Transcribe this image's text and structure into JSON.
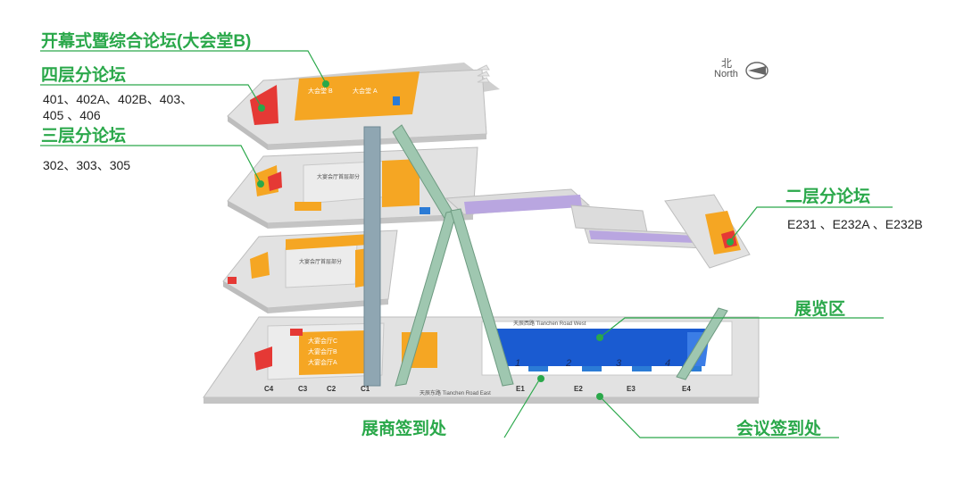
{
  "labels": {
    "opening_forum": "开幕式暨综合论坛(大会堂B)",
    "fourth_floor": "四层分论坛",
    "fourth_rooms_line1": "401、402A、402B、403、",
    "fourth_rooms_line2": "405 、406",
    "third_floor": "三层分论坛",
    "third_rooms": "302、303、305",
    "second_floor": "二层分论坛",
    "second_rooms": "E231 、E232A 、E232B",
    "exhibition": "展览区",
    "exhibitor_checkin": "展商签到处",
    "meeting_checkin": "会议签到处"
  },
  "compass": {
    "cn": "北",
    "en": "North"
  },
  "map": {
    "floor4_halls": [
      "大会堂 B",
      "大会堂 A"
    ],
    "floor3_title": "大宴会厅首层部分",
    "floor2_title": "大宴会厅首层部分",
    "floor1_ballrooms": [
      "大宴会厅C",
      "大宴会厅B",
      "大宴会厅A"
    ],
    "road_west": "天辰西路 Tianchen Road West",
    "road_east": "天辰东路 Tianchen Road East",
    "hall_numbers": [
      "1",
      "2",
      "3",
      "4"
    ],
    "gates": [
      "C4",
      "C3",
      "C2",
      "C1",
      "E1",
      "E2",
      "E3",
      "E4"
    ]
  },
  "colors": {
    "label_green": "#2aa84a",
    "hall_orange": "#f5a623",
    "exhibit_blue": "#1a5bd1",
    "floor_gray": "#d6d6d6"
  }
}
